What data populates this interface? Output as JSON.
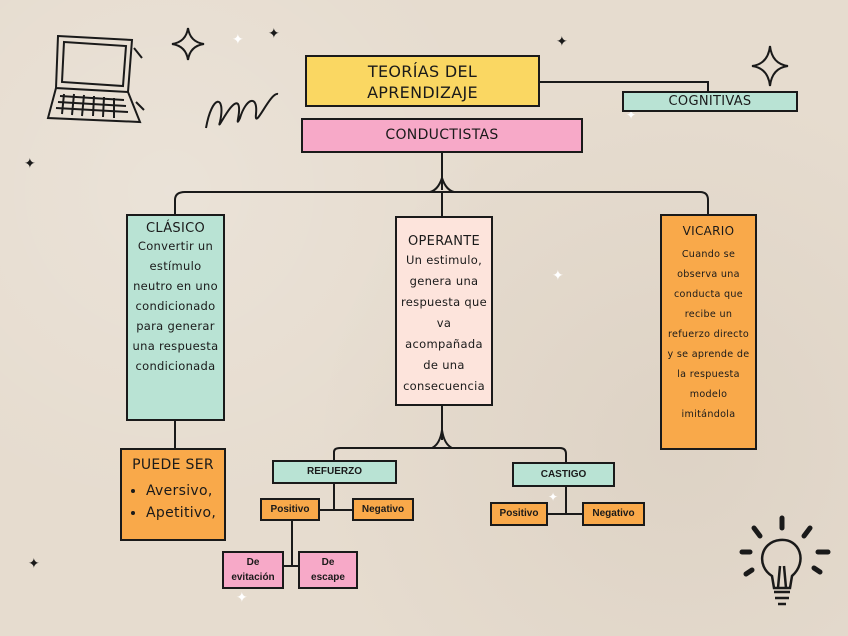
{
  "title": "TEORÍAS DEL APRENDIZAJE",
  "cognitivas": "COGNITIVAS",
  "conductistas": "CONDUCTISTAS",
  "clasico": {
    "title": "CLÁSICO",
    "body": "Convertir un estímulo neutro en uno condicionado para generar una respuesta condicionada"
  },
  "operante": {
    "title": "OPERANTE",
    "body": "Un estimulo, genera una respuesta que va acompañada de una consecuencia"
  },
  "vicario": {
    "title": "VICARIO",
    "body": "Cuando se observa una conducta que recibe un refuerzo directo y se aprende de la respuesta modelo imitándola"
  },
  "puede_ser": {
    "title": "PUEDE SER",
    "items": [
      "Aversivo,",
      "Apetitivo,"
    ]
  },
  "refuerzo": {
    "title": "REFUERZO",
    "positivo": "Positivo",
    "negativo": "Negativo",
    "de_evitacion": "De evitación",
    "de_escape": "De escape"
  },
  "castigo": {
    "title": "CASTIGO",
    "positivo": "Positivo",
    "negativo": "Negativo"
  }
}
